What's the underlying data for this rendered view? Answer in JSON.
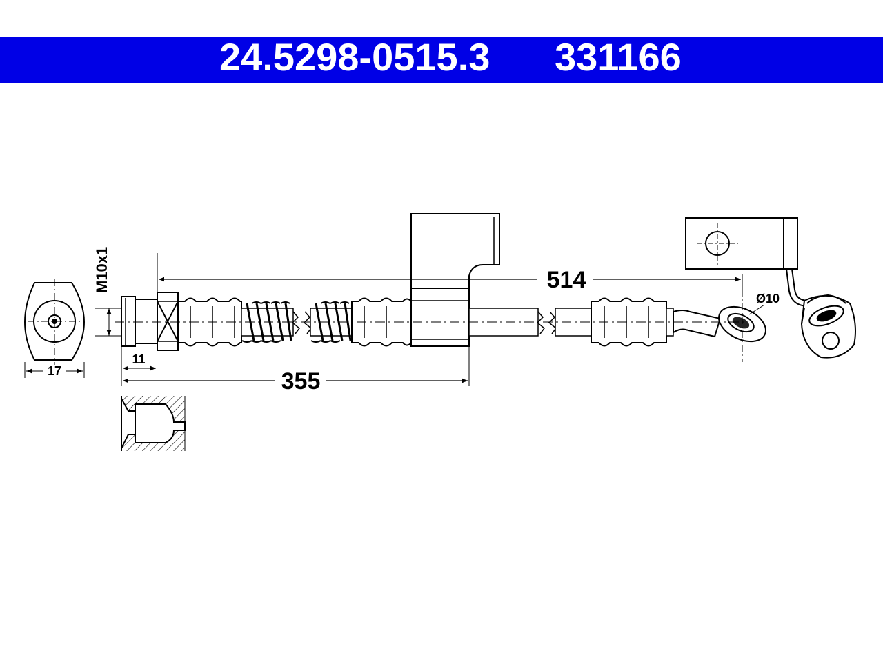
{
  "header": {
    "part_number_primary": "24.5298-0515.3",
    "part_number_secondary": "331166",
    "color": "#0000e6"
  },
  "dimensions": {
    "total_length": "514",
    "to_bracket_length": "355",
    "thread_label": "M10x1",
    "hex_width": "17",
    "thread_length": "11",
    "banjo_diameter": "Ø10"
  }
}
